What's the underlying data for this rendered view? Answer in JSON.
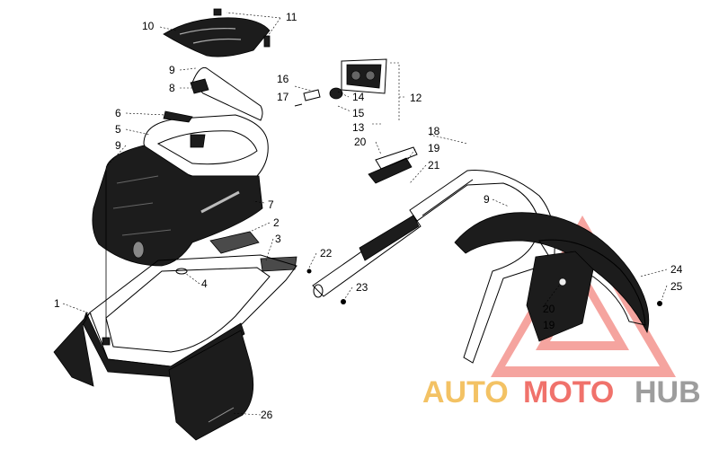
{
  "callouts": {
    "c1": "1",
    "c2": "2",
    "c3": "3",
    "c4": "4",
    "c5": "5",
    "c6": "6",
    "c7": "7",
    "c8": "8",
    "c9a": "9",
    "c9b": "9",
    "c9c": "9",
    "c10": "10",
    "c11": "11",
    "c12": "12",
    "c13": "13",
    "c14": "14",
    "c15": "15",
    "c16": "16",
    "c17": "17",
    "c18": "18",
    "c19a": "19",
    "c19b": "19",
    "c20a": "20",
    "c20b": "20",
    "c21": "21",
    "c22": "22",
    "c23": "23",
    "c24": "24",
    "c25": "25",
    "c26": "26"
  },
  "watermark": {
    "part1": "AUTO",
    "part2": "MOTO",
    "part3": "HUB",
    "colors": {
      "auto": "#f2b84a",
      "moto": "#ee5a52",
      "hub": "#8c8c8c",
      "triangle": "#ee5a52"
    }
  }
}
